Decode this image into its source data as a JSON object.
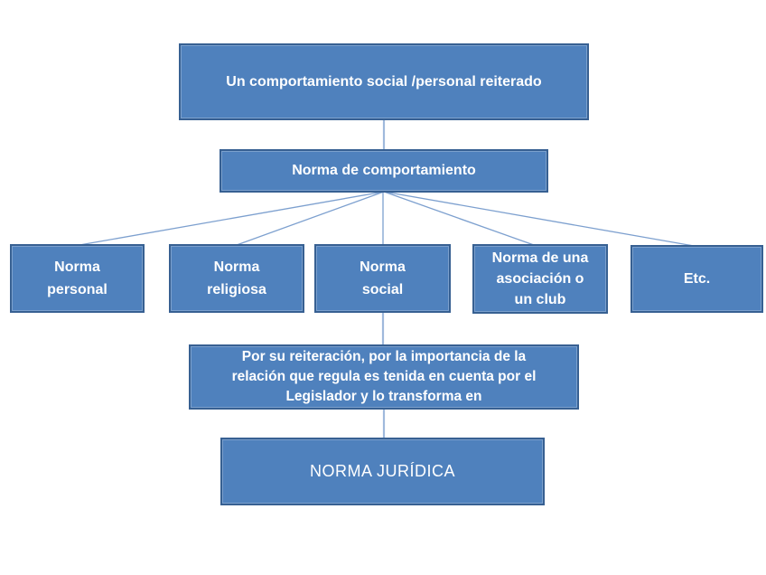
{
  "diagram": {
    "type": "flowchart",
    "colors": {
      "box_fill": "#4f81bd",
      "box_border": "#376092",
      "connector_line": "#8aa9d3",
      "text": "#ffffff",
      "background": "#ffffff"
    },
    "nodes": {
      "top": {
        "label": "Un comportamiento social /personal reiterado"
      },
      "level2": {
        "label": "Norma de comportamiento"
      },
      "branches": [
        {
          "label": "Norma\npersonal"
        },
        {
          "label": "Norma\nreligiosa"
        },
        {
          "label": "Norma\nsocial"
        },
        {
          "label": "Norma de una\nasociación o\nun club"
        },
        {
          "label": "Etc."
        }
      ],
      "process": {
        "label": "Por su reiteración, por la importancia de la\nrelación que regula es tenida en cuenta por el\nLegislador y lo transforma en"
      },
      "result": {
        "label": "NORMA JURÍDICA"
      }
    }
  }
}
